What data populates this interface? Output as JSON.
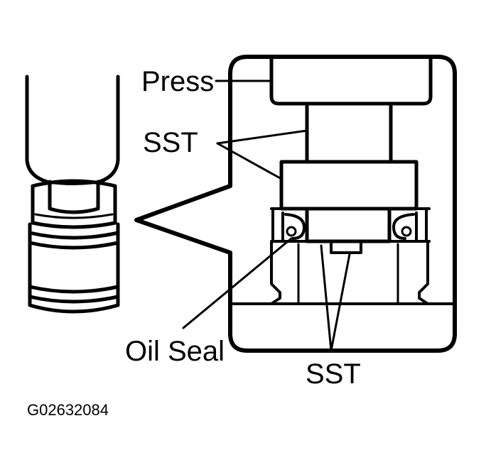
{
  "diagram": {
    "labels": {
      "press": "Press",
      "sst_upper": "SST",
      "oil_seal": "Oil Seal",
      "sst_lower": "SST"
    },
    "figure_code": "G02632084",
    "colors": {
      "ink": "#000000",
      "paper": "#ffffff"
    }
  }
}
